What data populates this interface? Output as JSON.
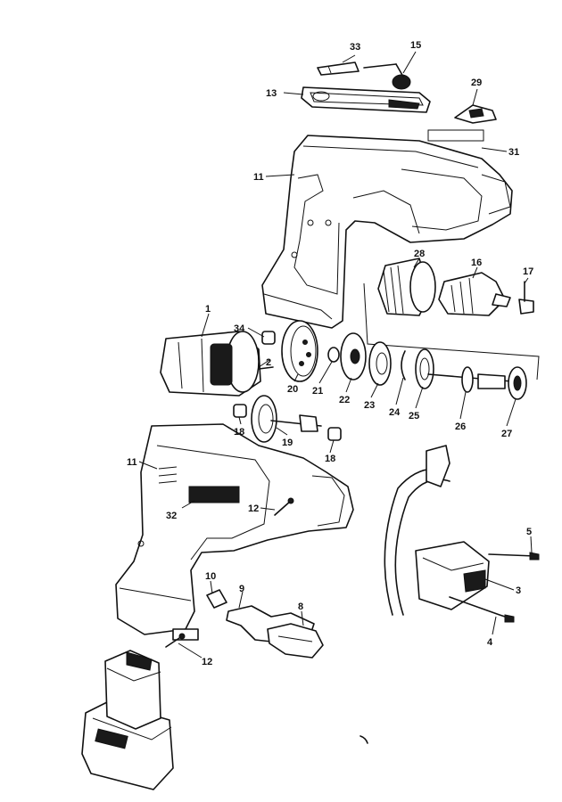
{
  "diagram": {
    "labels": [
      {
        "id": "33",
        "text": "33"
      },
      {
        "id": "15",
        "text": "15"
      },
      {
        "id": "13",
        "text": "13"
      },
      {
        "id": "29",
        "text": "29"
      },
      {
        "id": "31",
        "text": "31"
      },
      {
        "id": "11a",
        "text": "11"
      },
      {
        "id": "28",
        "text": "28"
      },
      {
        "id": "16",
        "text": "16"
      },
      {
        "id": "17",
        "text": "17"
      },
      {
        "id": "1",
        "text": "1"
      },
      {
        "id": "34",
        "text": "34"
      },
      {
        "id": "2",
        "text": "2"
      },
      {
        "id": "20",
        "text": "20"
      },
      {
        "id": "21",
        "text": "21"
      },
      {
        "id": "22",
        "text": "22"
      },
      {
        "id": "23",
        "text": "23"
      },
      {
        "id": "24",
        "text": "24"
      },
      {
        "id": "25",
        "text": "25"
      },
      {
        "id": "26",
        "text": "26"
      },
      {
        "id": "27",
        "text": "27"
      },
      {
        "id": "18a",
        "text": "18"
      },
      {
        "id": "19",
        "text": "19"
      },
      {
        "id": "18b",
        "text": "18"
      },
      {
        "id": "11b",
        "text": "11"
      },
      {
        "id": "12a",
        "text": "12"
      },
      {
        "id": "32",
        "text": "32"
      },
      {
        "id": "5",
        "text": "5"
      },
      {
        "id": "3",
        "text": "3"
      },
      {
        "id": "10",
        "text": "10"
      },
      {
        "id": "9",
        "text": "9"
      },
      {
        "id": "8",
        "text": "8"
      },
      {
        "id": "4",
        "text": "4"
      },
      {
        "id": "12b",
        "text": "12"
      }
    ]
  }
}
